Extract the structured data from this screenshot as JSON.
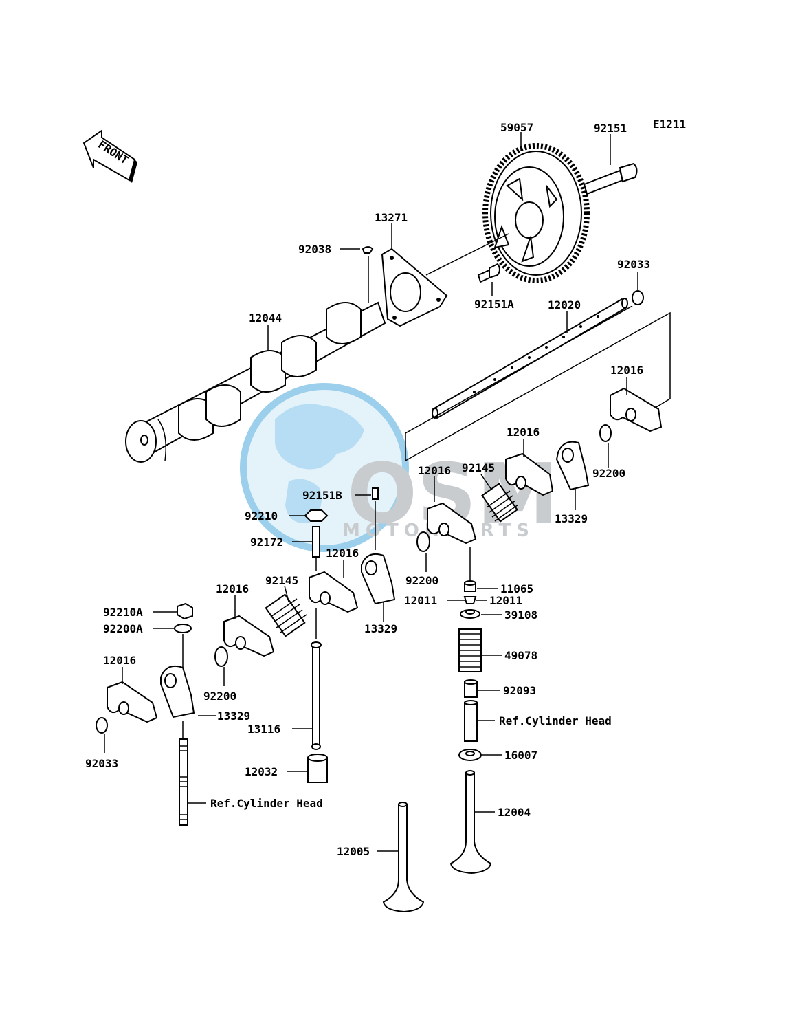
{
  "diagram_code": "E1211",
  "front_label": "FRONT",
  "watermark": {
    "brand": "OSM",
    "sub": "MOTORPARTS"
  },
  "colors": {
    "watermark_blue": "#4aa8dc",
    "watermark_gray": "#9ea3a8",
    "ink": "#000000"
  },
  "labels": {
    "l59057": "59057",
    "l92151": "92151",
    "l13271": "13271",
    "l92038": "92038",
    "l92033a": "92033",
    "l92151A": "92151A",
    "l12020": "12020",
    "l12044": "12044",
    "l12016a": "12016",
    "l12016b": "12016",
    "l12016c": "12016",
    "l12016d": "12016",
    "l12016e": "12016",
    "l12016f": "12016",
    "l92145a": "92145",
    "l92145b": "92145",
    "l92200a": "92200",
    "l92200b": "92200",
    "l92200c": "92200",
    "l13329a": "13329",
    "l13329b": "13329",
    "l13329c": "13329",
    "l92151B": "92151B",
    "l92210": "92210",
    "l92172": "92172",
    "l11065": "11065",
    "l12011a": "12011",
    "l12011b": "12011",
    "l39108": "39108",
    "l49078": "49078",
    "l92093": "92093",
    "l92210A": "92210A",
    "l92200A": "92200A",
    "l13116": "13116",
    "l12032": "12032",
    "l92033b": "92033",
    "l16007": "16007",
    "l12004": "12004",
    "l12005": "12005",
    "ref1": "Ref.Cylinder Head",
    "ref2": "Ref.Cylinder Head"
  }
}
